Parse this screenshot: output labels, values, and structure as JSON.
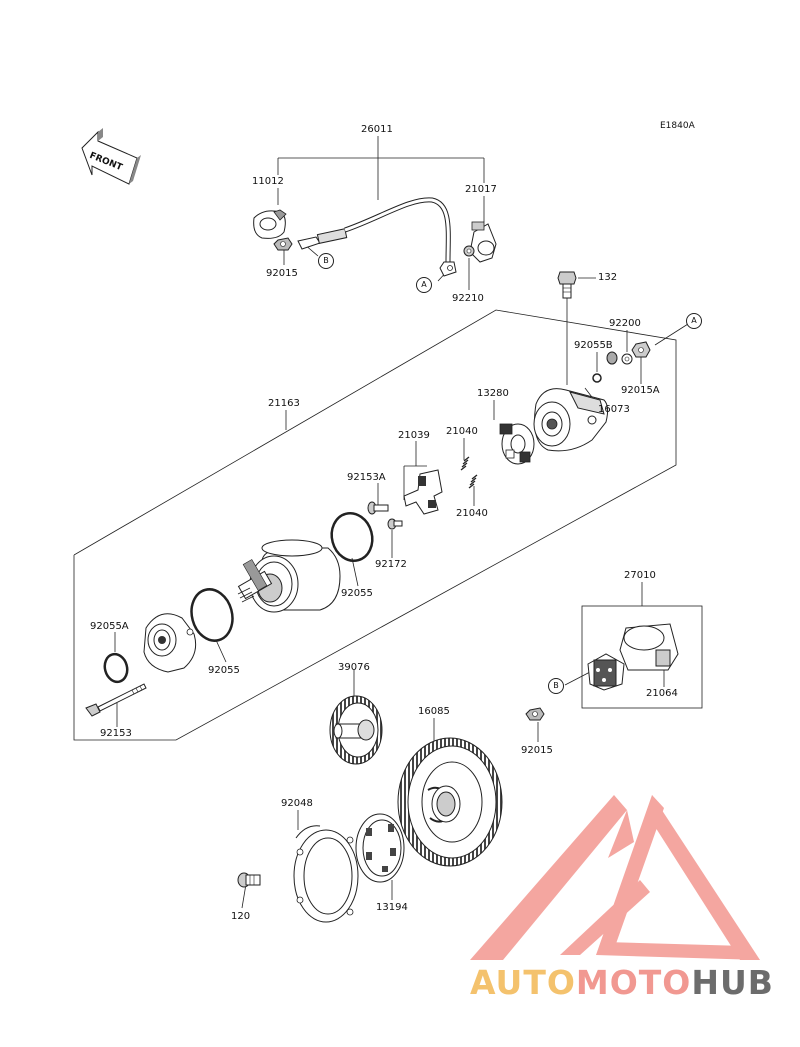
{
  "diagram": {
    "code": "E1840A",
    "front_label": "FRONT"
  },
  "callouts": {
    "a": "A",
    "b": "B"
  },
  "parts": {
    "p26011": "26011",
    "p11012": "11012",
    "p21017": "21017",
    "p92015_top": "92015",
    "p92210": "92210",
    "p132": "132",
    "p92200": "92200",
    "p92055B": "92055B",
    "p92015A": "92015A",
    "p16073": "16073",
    "p13280": "13280",
    "p21163": "21163",
    "p21039": "21039",
    "p21040_a": "21040",
    "p92153A": "92153A",
    "p21040_b": "21040",
    "p92172": "92172",
    "p92055_a": "92055",
    "p92055A": "92055A",
    "p92055_b": "92055",
    "p92153": "92153",
    "p27010": "27010",
    "p21064": "21064",
    "p92015_b": "92015",
    "p39076": "39076",
    "p16085": "16085",
    "p92048": "92048",
    "p120": "120",
    "p13194": "13194"
  },
  "watermark": {
    "part1": "AUTO",
    "part2": "MOTO",
    "part3": "HUB",
    "color_red": "#f19891",
    "color_yellow": "#f4c26d",
    "color_gray": "#6c6c6c"
  }
}
